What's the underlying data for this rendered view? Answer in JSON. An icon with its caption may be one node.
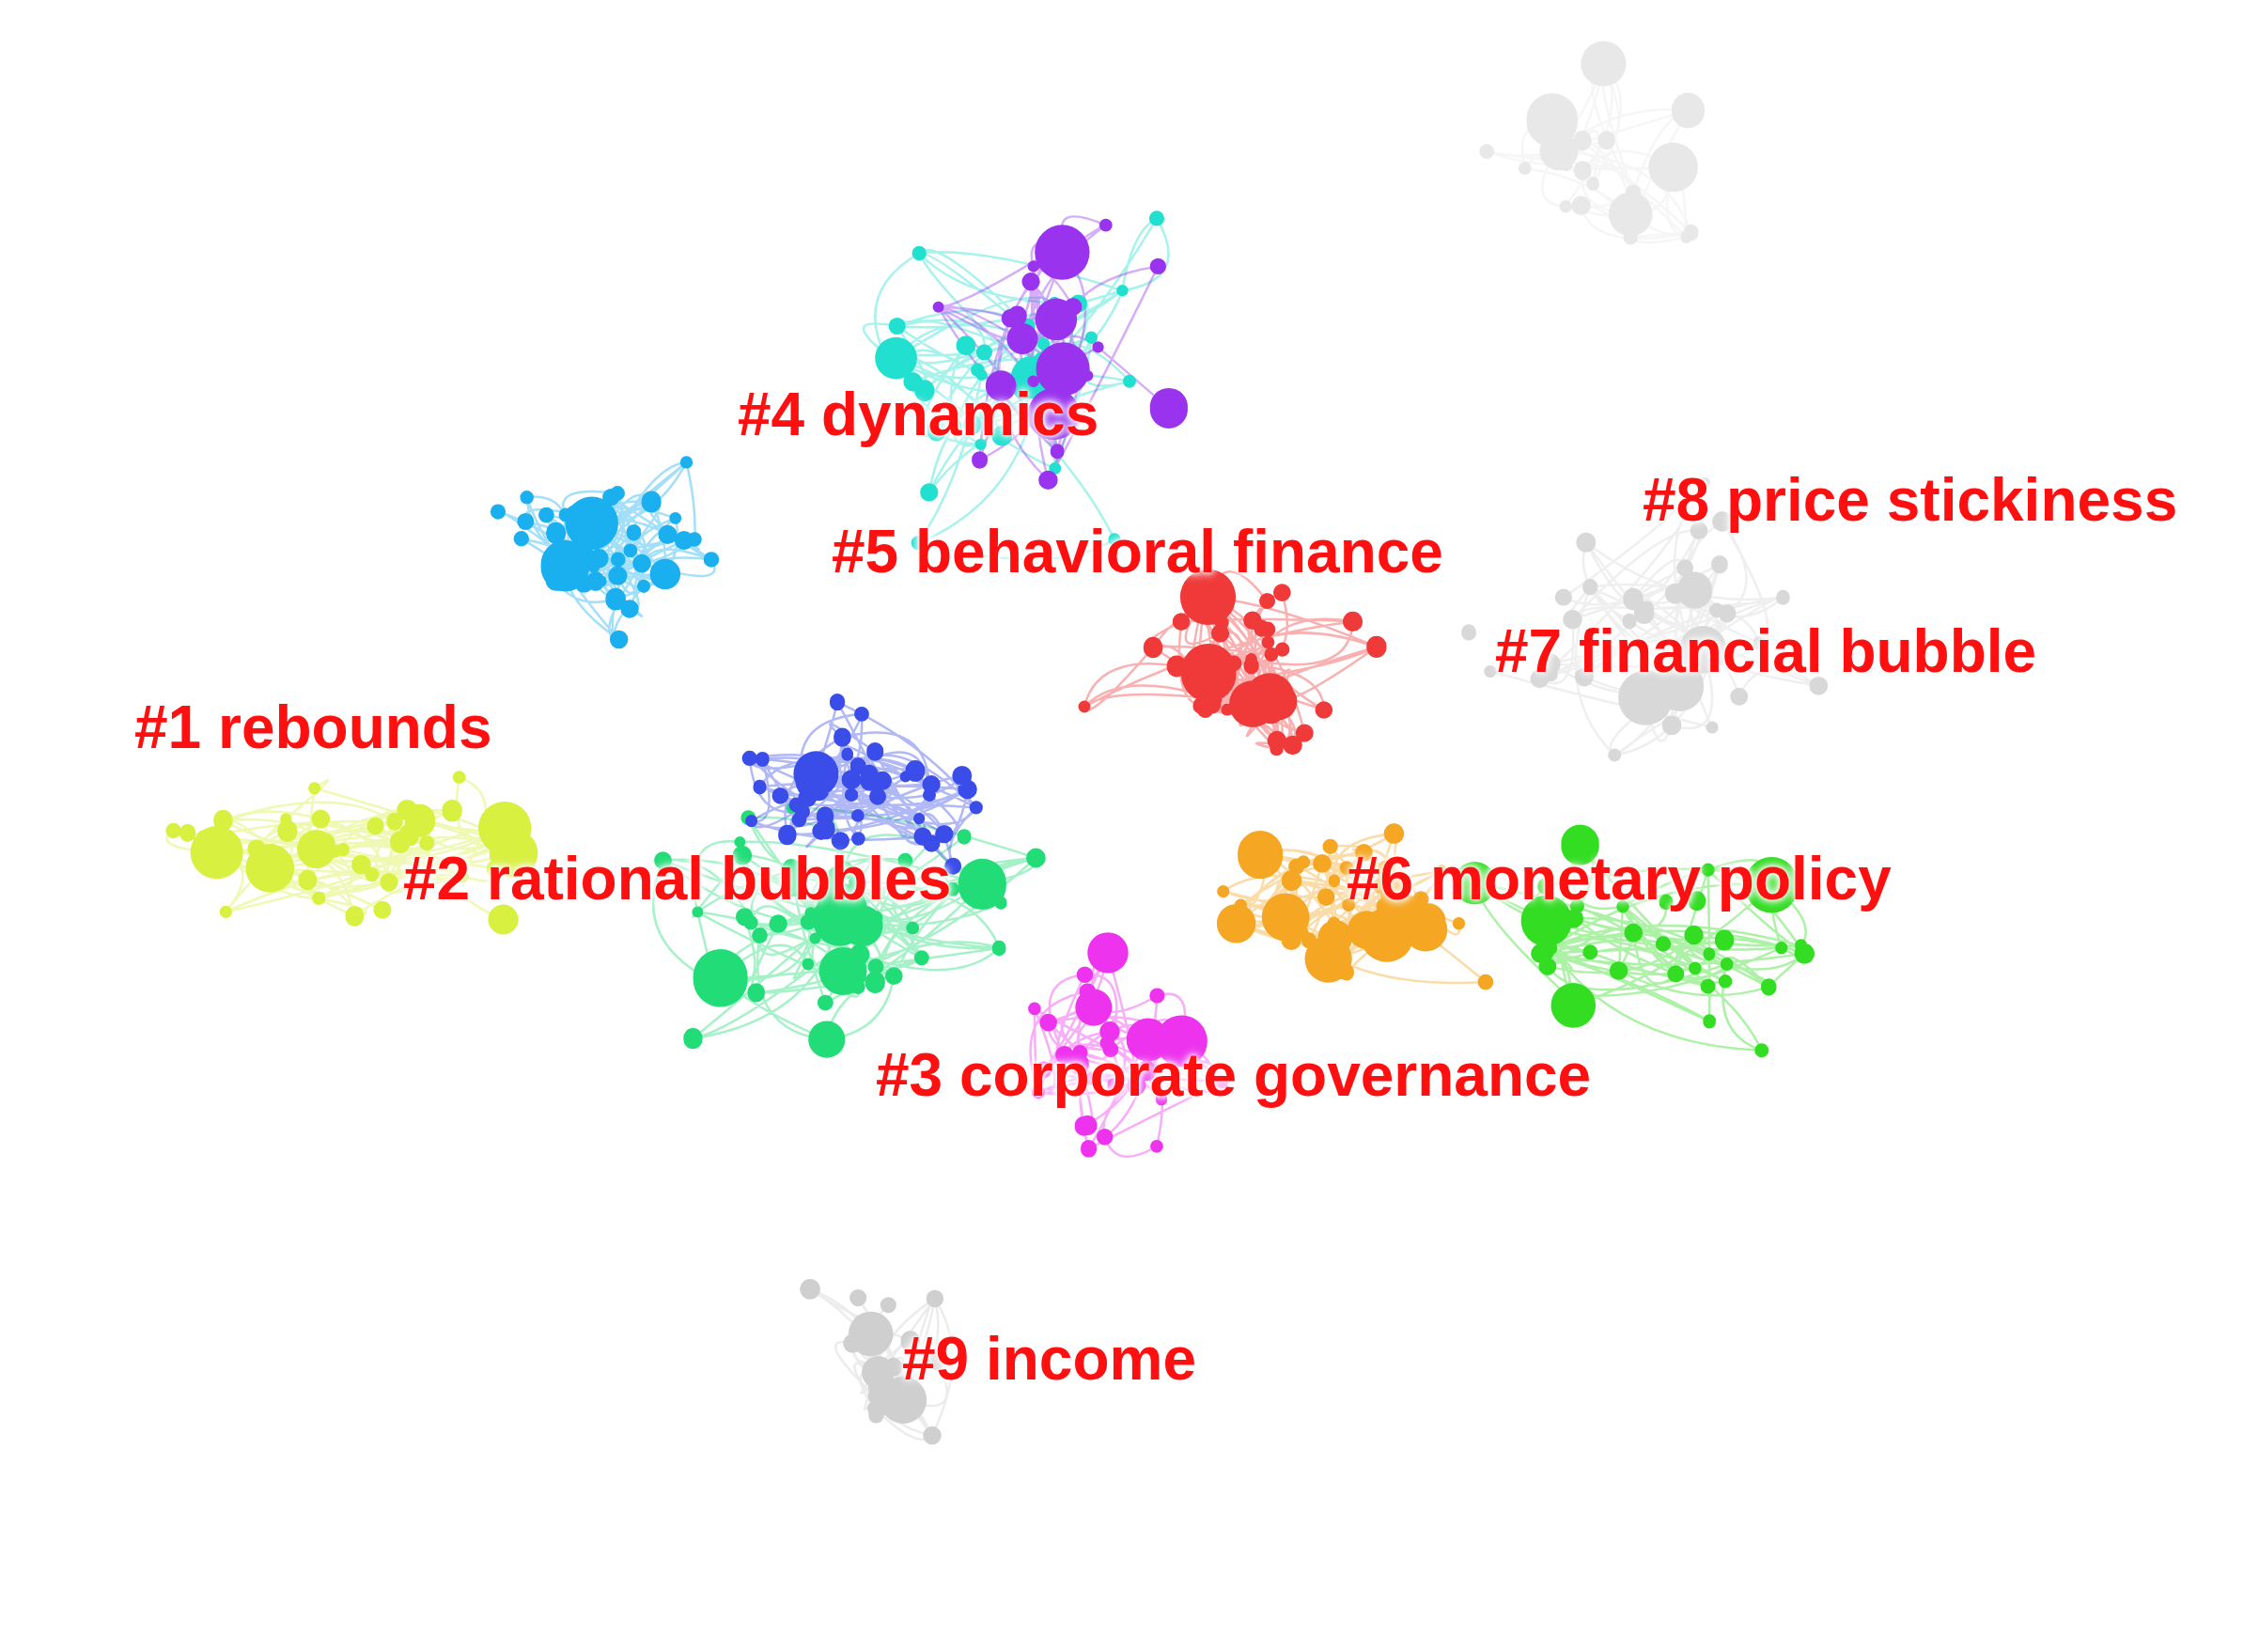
{
  "diagram": {
    "labels": [
      "#4 dynamics",
      "#8 price stickiness",
      "#5 behavioral finance",
      "#7 financial bubble",
      "#1 rebounds",
      "#2 rational bubbles",
      "#6 monetary policy",
      "#3 corporate governance",
      "#9 income"
    ]
  }
}
